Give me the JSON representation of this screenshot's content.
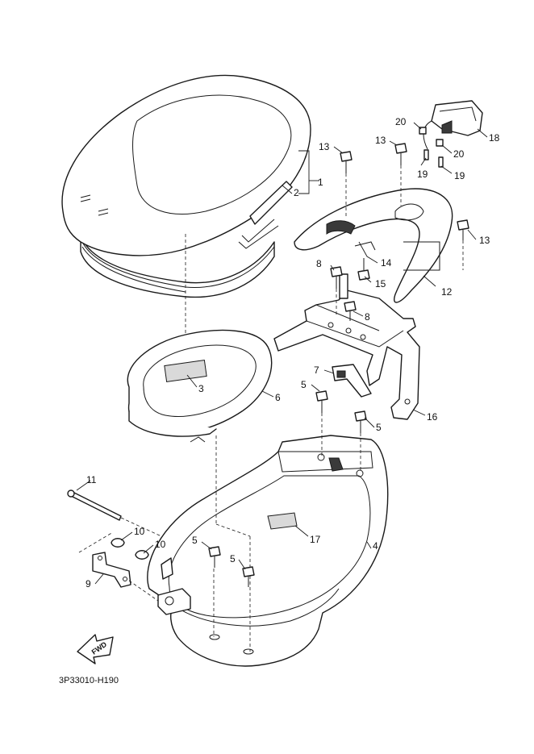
{
  "diagram": {
    "code": "3P33010-H190",
    "fwd_label": "FWD",
    "callouts": {
      "c1": "1",
      "c2": "2",
      "c3": "3",
      "c4": "4",
      "c5a": "5",
      "c5b": "5",
      "c5c": "5",
      "c5d": "5",
      "c6": "6",
      "c7": "7",
      "c8a": "8",
      "c8b": "8",
      "c9": "9",
      "c10a": "10",
      "c10b": "10",
      "c11": "11",
      "c12": "12",
      "c13a": "13",
      "c13b": "13",
      "c13c": "13",
      "c14": "14",
      "c15": "15",
      "c16": "16",
      "c17": "17",
      "c18": "18",
      "c19a": "19",
      "c19b": "19",
      "c20a": "20",
      "c20b": "20"
    }
  }
}
